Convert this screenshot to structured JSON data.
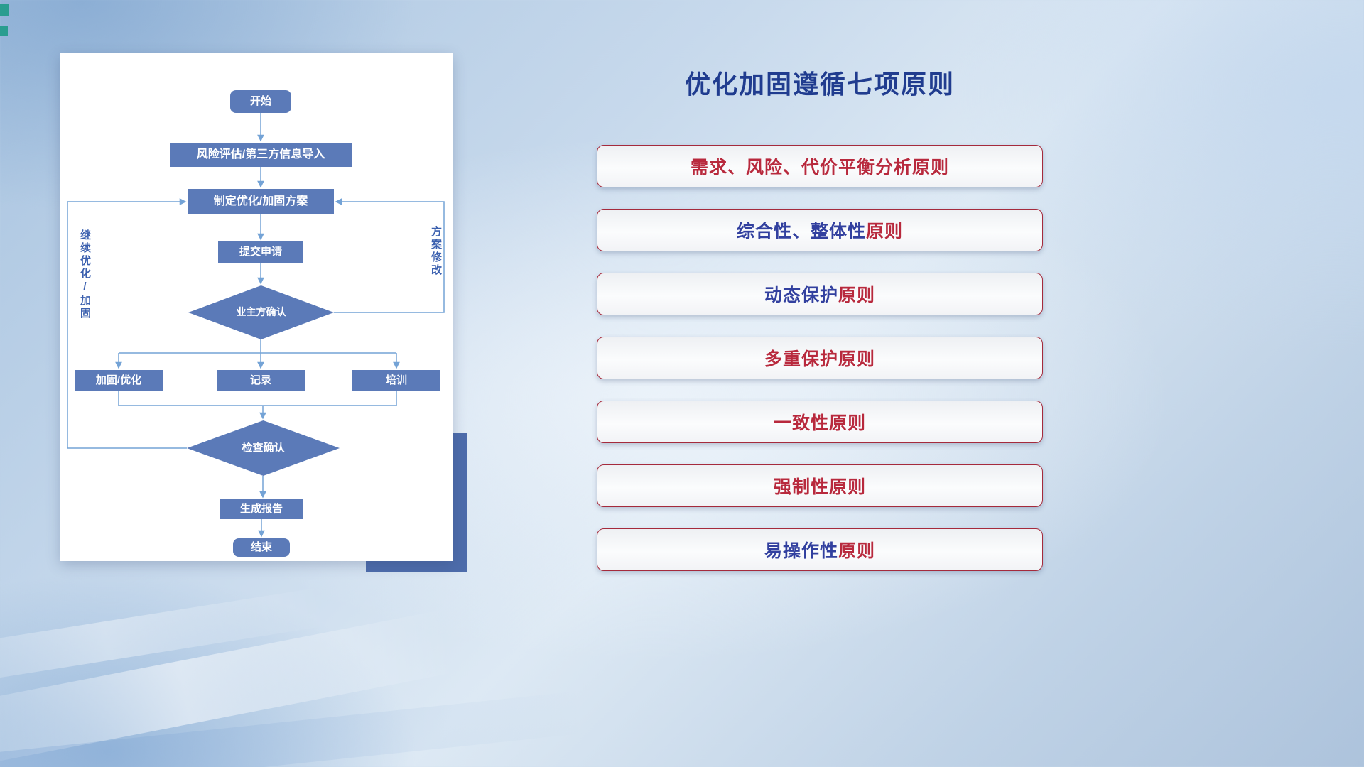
{
  "title": "优化加固遵循七项原则",
  "colors": {
    "node_fill": "#5b7ab8",
    "connector": "#74a3d6",
    "title": "#203c8f",
    "box_border": "#a52a3c",
    "loop_label": "#3a5fae",
    "principle_red": "#b8293d",
    "principle_blue": "#32409f"
  },
  "flowchart": {
    "nodes": {
      "start": "开始",
      "risk": "风险评估/第三方信息导入",
      "plan": "制定优化/加固方案",
      "submit": "提交申请",
      "owner_confirm": "业主方确认",
      "harden": "加固/优化",
      "record": "记录",
      "training": "培训",
      "check_confirm": "检查确认",
      "report": "生成报告",
      "end": "结束"
    },
    "labels": {
      "left_loop": "继续优化/加固",
      "right_loop": "方案修改"
    }
  },
  "principles": [
    {
      "parts": [
        {
          "text": "需求、风险、代价平衡分析",
          "color": "#b8293d"
        },
        {
          "text": "原则",
          "color": "#b8293d"
        }
      ]
    },
    {
      "parts": [
        {
          "text": "综合性、整体性",
          "color": "#32409f"
        },
        {
          "text": "原则",
          "color": "#b8293d"
        }
      ]
    },
    {
      "parts": [
        {
          "text": "动态保护",
          "color": "#32409f"
        },
        {
          "text": "原则",
          "color": "#b8293d"
        }
      ]
    },
    {
      "parts": [
        {
          "text": "多重保护",
          "color": "#b8293d"
        },
        {
          "text": "原则",
          "color": "#b8293d"
        }
      ]
    },
    {
      "parts": [
        {
          "text": "一致性",
          "color": "#b8293d"
        },
        {
          "text": "原则",
          "color": "#b8293d"
        }
      ]
    },
    {
      "parts": [
        {
          "text": "强制性",
          "color": "#b8293d"
        },
        {
          "text": "原则",
          "color": "#b8293d"
        }
      ]
    },
    {
      "parts": [
        {
          "text": "易操作性",
          "color": "#32409f"
        },
        {
          "text": "原则",
          "color": "#b8293d"
        }
      ]
    }
  ]
}
